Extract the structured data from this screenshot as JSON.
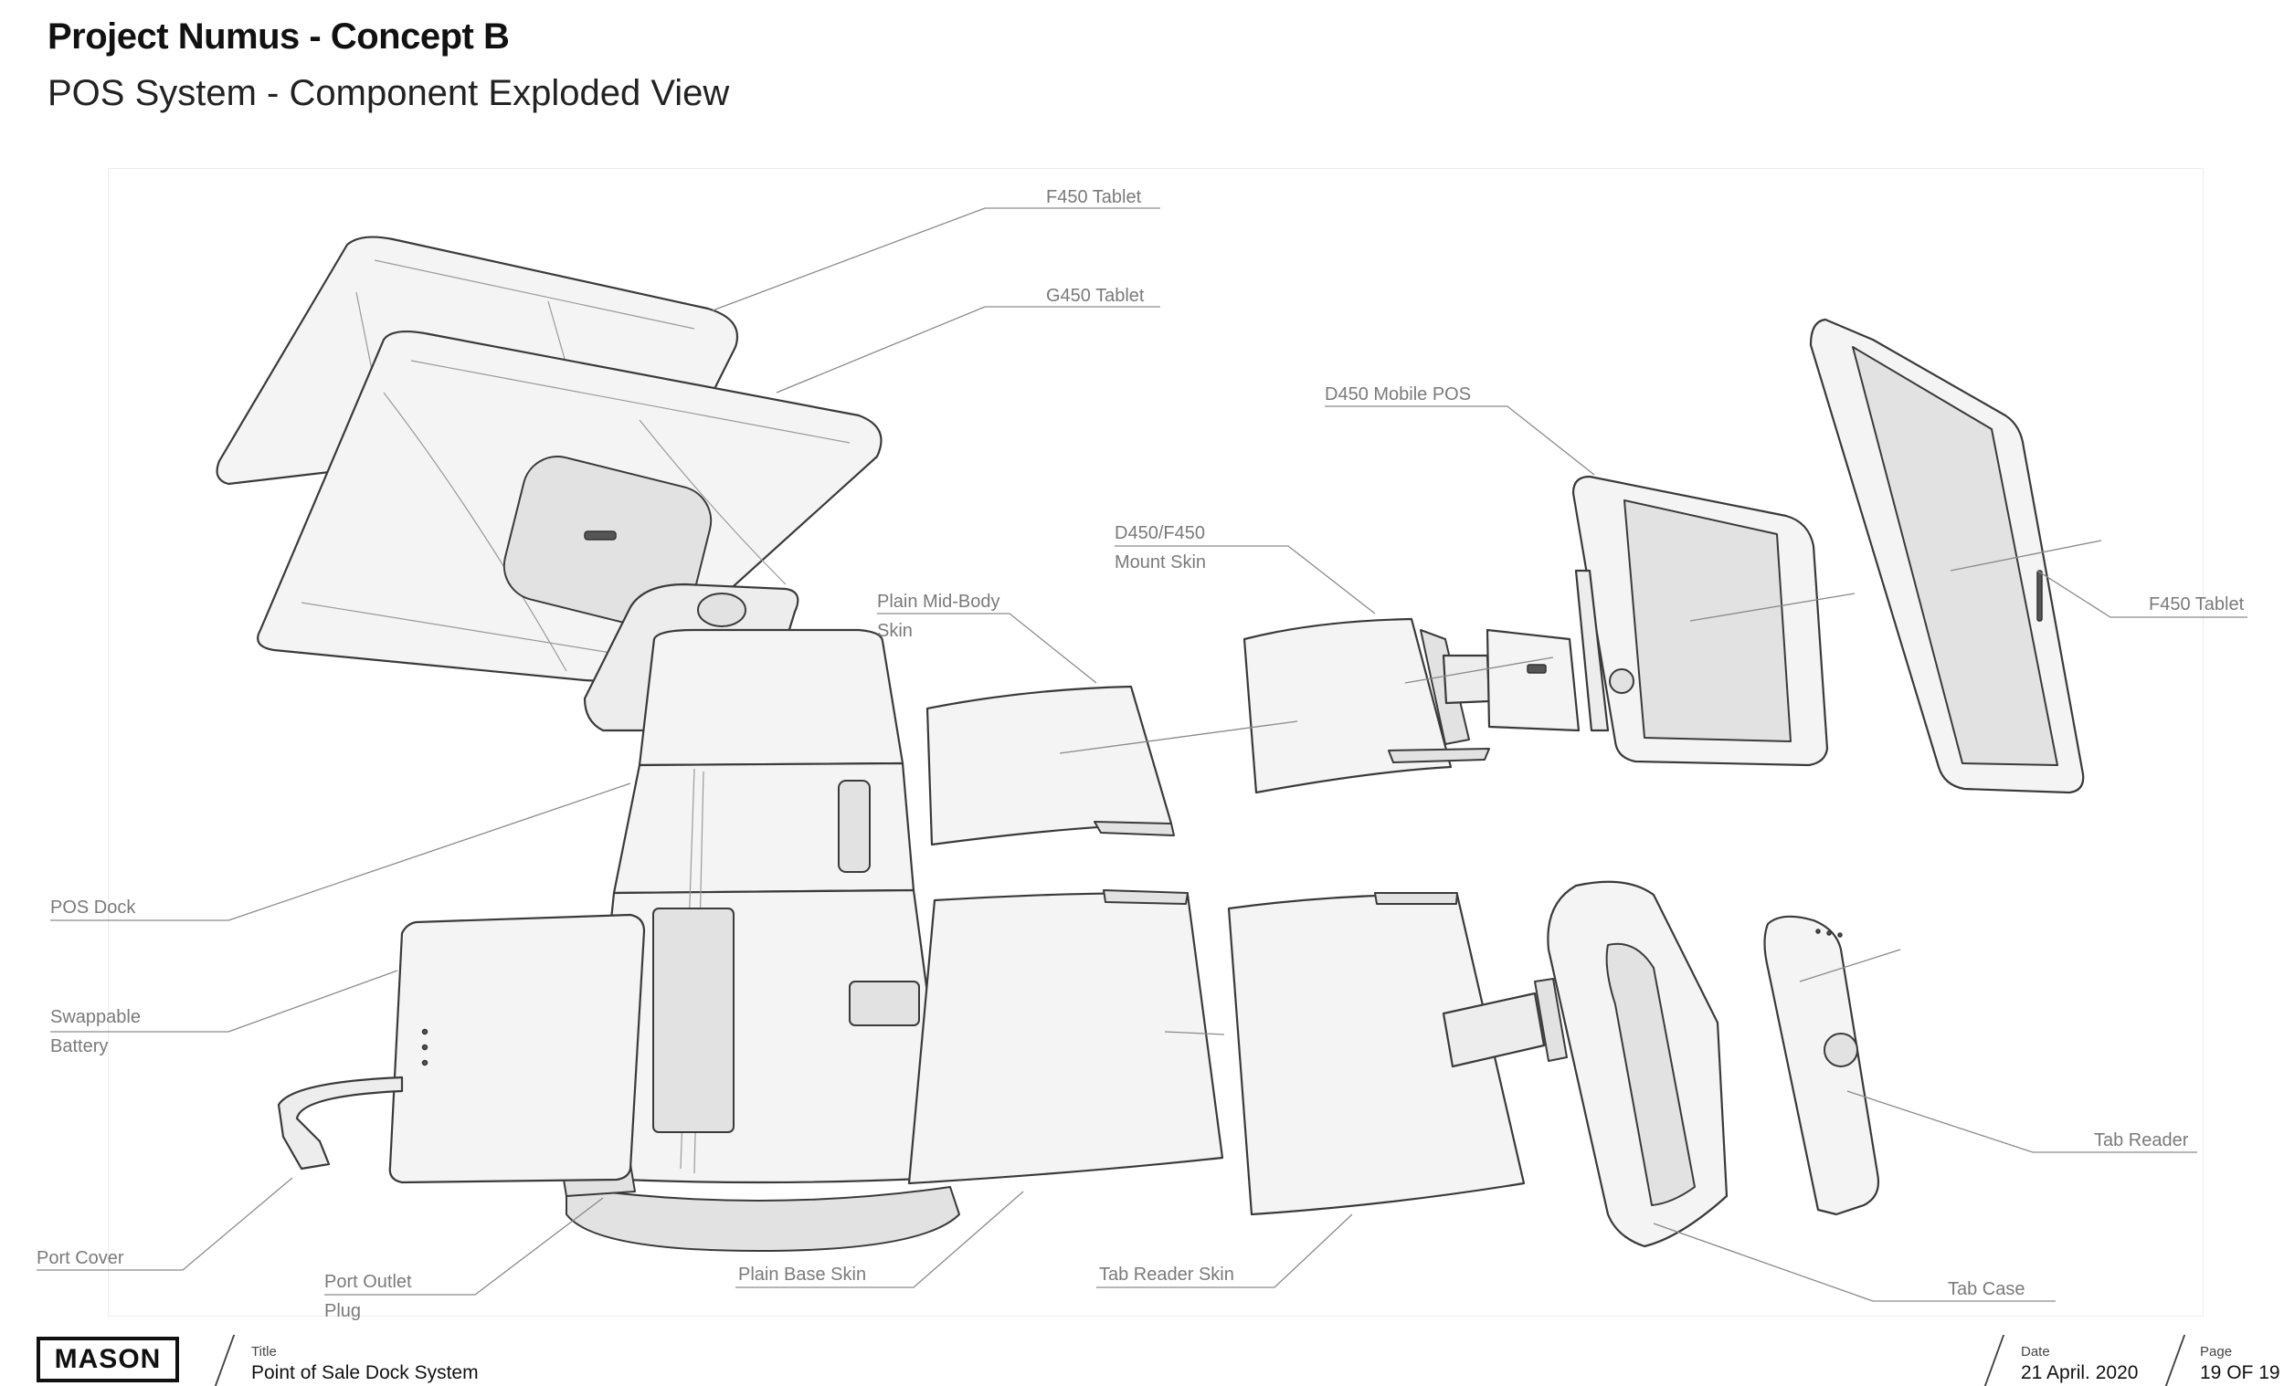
{
  "header": {
    "title": "Project Numus - Concept B",
    "subtitle": "POS System - Component Exploded View"
  },
  "callouts": {
    "f450_tablet_top": "F450 Tablet",
    "g450_tablet": "G450 Tablet",
    "d450_mobile_pos": "D450 Mobile POS",
    "d450_f450_mount_skin_1": "D450/F450",
    "d450_f450_mount_skin_2": "Mount Skin",
    "plain_mid_body_skin_1": "Plain Mid-Body",
    "plain_mid_body_skin_2": "Skin",
    "f450_tablet_right": "F450 Tablet",
    "pos_dock": "POS Dock",
    "swappable_battery_1": "Swappable",
    "swappable_battery_2": "Battery",
    "port_cover": "Port Cover",
    "port_outlet_plug_1": "Port Outlet",
    "port_outlet_plug_2": "Plug",
    "plain_base_skin": "Plain Base Skin",
    "tab_reader_skin": "Tab Reader Skin",
    "tab_case": "Tab Case",
    "tab_reader": "Tab Reader"
  },
  "footer": {
    "logo": "MASON",
    "title_label": "Title",
    "title_value": "Point of Sale Dock System",
    "date_label": "Date",
    "date_value": "21 April. 2020",
    "page_label": "Page",
    "page_value": "19 OF 19"
  },
  "colors": {
    "line": "#3a3a3a",
    "fill": "#f4f4f4",
    "callout_text": "#7a7a7a"
  }
}
